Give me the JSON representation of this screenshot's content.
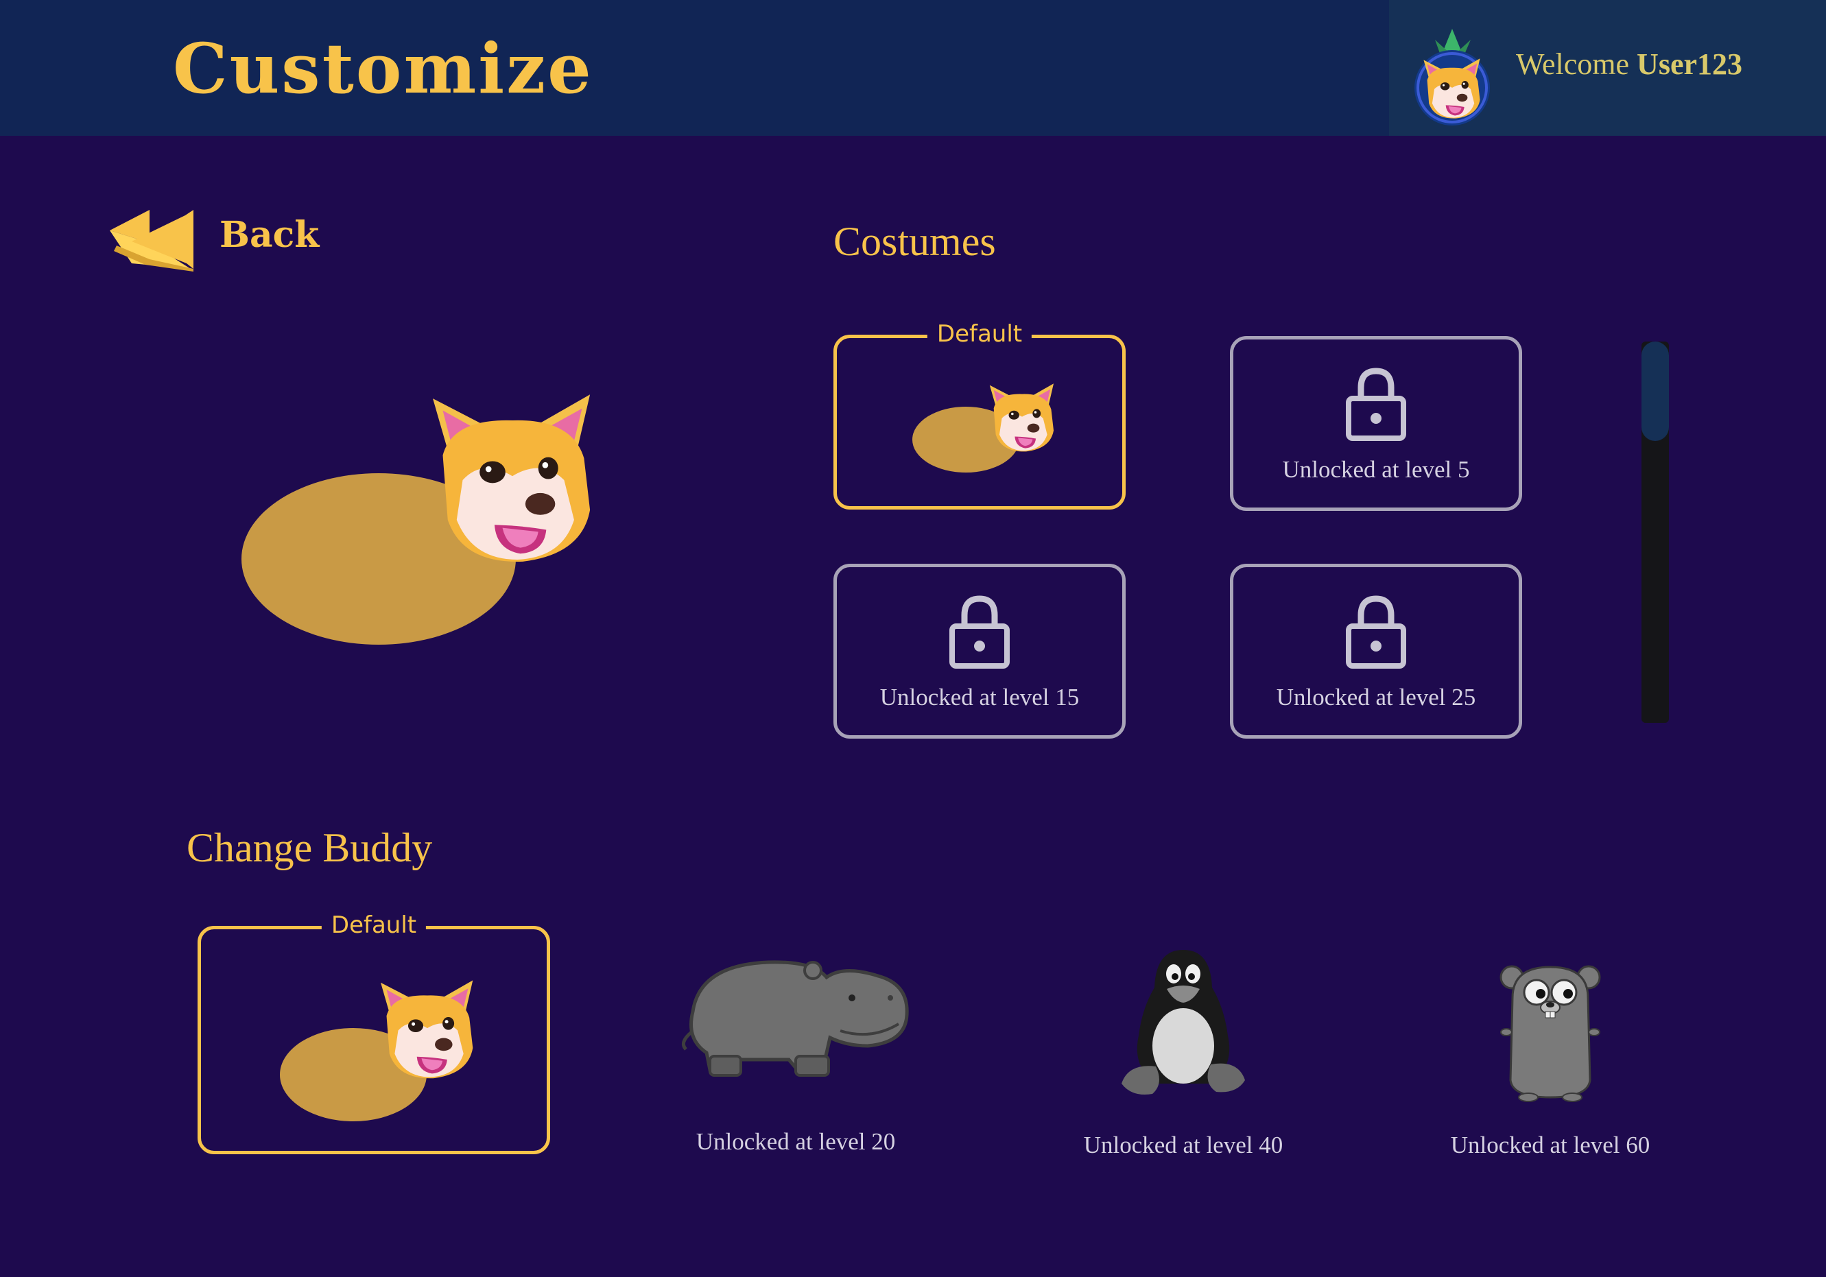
{
  "header": {
    "title": "Customize",
    "welcome_prefix": "Welcome",
    "username": "User123"
  },
  "back": {
    "label": "Back"
  },
  "costumes": {
    "title": "Costumes",
    "items": [
      {
        "legend": "Default",
        "selected": true,
        "locked": false
      },
      {
        "caption": "Unlocked at level 5",
        "locked": true
      },
      {
        "caption": "Unlocked at level 15",
        "locked": true
      },
      {
        "caption": "Unlocked at level 25",
        "locked": true
      }
    ]
  },
  "buddy": {
    "title": "Change Buddy",
    "items": [
      {
        "legend": "Default",
        "selected": true,
        "icon": "corgi-icon"
      },
      {
        "caption": "Unlocked at level 20",
        "icon": "hippo-icon"
      },
      {
        "caption": "Unlocked at level 40",
        "icon": "penguin-icon"
      },
      {
        "caption": "Unlocked at level 60",
        "icon": "gopher-icon"
      }
    ]
  },
  "colors": {
    "background": "#1e0a4e",
    "header": "#112555",
    "accent": "#f8c34a",
    "muted_border": "#a8a3b8",
    "body_color": "#c99a45"
  }
}
